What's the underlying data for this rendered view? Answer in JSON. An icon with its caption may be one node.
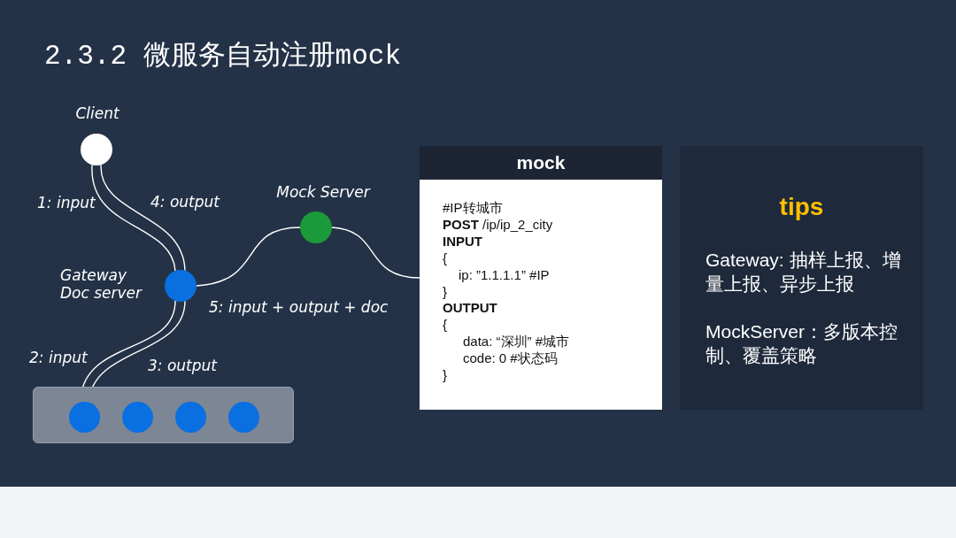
{
  "diagram": {
    "title": "2.3.2 微服务自动注册mock",
    "nodes": [
      {
        "text": [
          "Client"
        ]
      },
      {
        "text": [
          "Gateway Doc server"
        ]
      },
      {
        "text": [
          "Mock Server"
        ]
      },
      {
        "text": [
          "mock",
          "#IP转城市",
          "**POST** /ip/ip_2_city",
          "INPUT",
          "{",
          "ip:   ”1.1.1.1”    #IP",
          "}",
          "OUTPUT",
          "{",
          "data:  “深圳”   #城市",
          "code: 0 #状态码",
          "}"
        ]
      },
      {
        "text": [
          "tips",
          "Gateway: 抽样上报、增量上报、异步上报",
          "MockServer：多版本控制、覆盖策略"
        ]
      },
      {
        "text": [],
        "shape": "box"
      },
      {
        "text": [],
        "shape": "circle",
        "in": 5
      },
      {
        "text": [],
        "shape": "circle",
        "in": 5
      },
      {
        "text": [],
        "shape": "circle",
        "in": 5
      },
      {
        "text": [],
        "shape": "circle",
        "in": 5
      }
    ],
    "edges": [
      {
        "from": 0,
        "to": 1,
        "arrow": "none",
        "label": "1: input"
      },
      {
        "from": 1,
        "to": 0,
        "arrow": "none",
        "label": "4: output"
      },
      {
        "from": 1,
        "to": 6,
        "arrow": "none",
        "label": "2: input"
      },
      {
        "from": 6,
        "to": 1,
        "arrow": "none",
        "label": "3: output"
      },
      {
        "from": 1,
        "to": 2,
        "arrow": "none",
        "label": "5: input + output + doc"
      },
      {
        "from": 2,
        "to": 3,
        "arrow": "none"
      }
    ]
  }
}
